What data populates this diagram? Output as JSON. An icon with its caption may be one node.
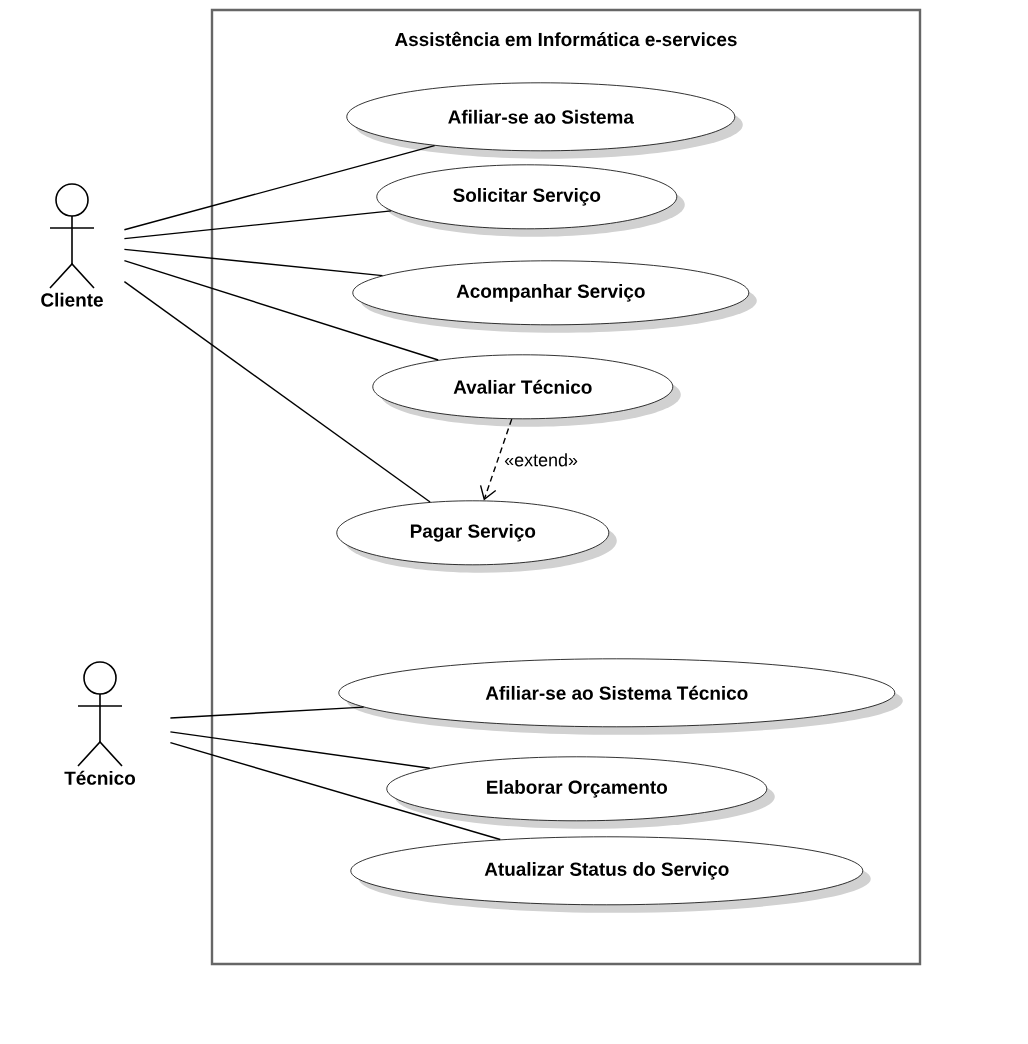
{
  "diagram": {
    "nodes": [
      {
        "text": [
          "Assistência em Informática e-services"
        ]
      },
      {
        "text": [
          "Afiliar-se ao Sistema"
        ],
        "in": 0
      },
      {
        "text": [
          "Solicitar Serviço"
        ],
        "in": 0
      },
      {
        "text": [
          "Acompanhar Serviço"
        ],
        "in": 0
      },
      {
        "text": [
          "Avaliar Técnico"
        ],
        "in": 0
      },
      {
        "text": [
          "Pagar Serviço"
        ],
        "in": 0
      },
      {
        "text": [
          "Afiliar-se ao Sistema Técnico"
        ],
        "in": 0
      },
      {
        "text": [
          "Elaborar Orçamento"
        ],
        "in": 0
      },
      {
        "text": [
          "Atualizar Status do Serviço"
        ],
        "in": 0
      },
      {
        "text": [
          "Cliente"
        ]
      },
      {
        "text": [
          "Técnico"
        ]
      }
    ],
    "edges": [
      {
        "from": 9,
        "to": 1,
        "arrow": "none"
      },
      {
        "from": 9,
        "to": 2,
        "arrow": "none"
      },
      {
        "from": 9,
        "to": 3,
        "arrow": "none"
      },
      {
        "from": 9,
        "to": 4,
        "arrow": "none"
      },
      {
        "from": 9,
        "to": 5,
        "arrow": "none"
      },
      {
        "from": 4,
        "to": 5,
        "arrow": "to",
        "label": "«extend»",
        "style": "dashed"
      },
      {
        "from": 10,
        "to": 6,
        "arrow": "none"
      },
      {
        "from": 10,
        "to": 7,
        "arrow": "none"
      },
      {
        "from": 10,
        "to": 8,
        "arrow": "none"
      }
    ]
  }
}
